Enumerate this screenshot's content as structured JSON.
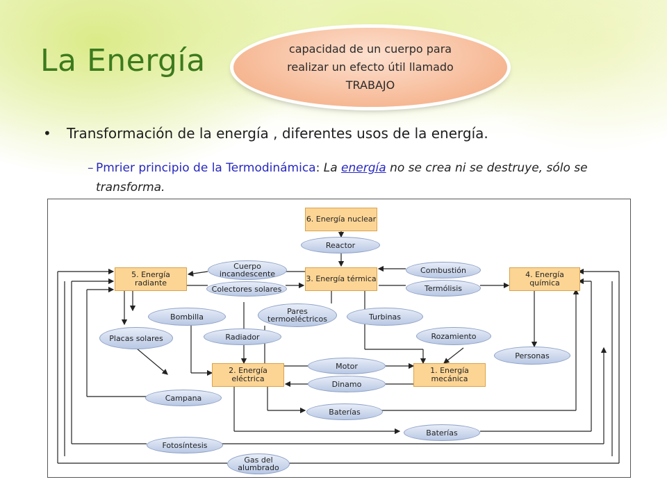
{
  "slide": {
    "title": "La Energía",
    "callout": "capacidad de un cuerpo para realizar un efecto útil llamado TRABAJO",
    "bullet": "Transformación de la energía , diferentes usos de la energía.",
    "sub_dash": "–",
    "sub_lead": "Pmrier principio de la Termodinámica",
    "sub_colon": ":",
    "sub_italic_a": " La ",
    "sub_link": "energía",
    "sub_italic_b": " no se crea ni se destruye, sólo se transforma."
  },
  "diagram": {
    "boxes": {
      "nuclear": "6. Energía nuclear",
      "radiante": "5. Energía radiante",
      "termica": "3. Energía térmica",
      "quimica": "4. Energía química",
      "electrica": "2. Energía eléctrica",
      "mecanica": "1. Energía mecánica"
    },
    "processes": {
      "reactor": "Reactor",
      "cuerpo": "Cuerpo incandescente",
      "colectores": "Colectores solares",
      "combustion": "Combustión",
      "termolisis": "Termólisis",
      "bombilla": "Bombilla",
      "pares": "Pares termoeléctricos",
      "turbinas": "Turbinas",
      "placas": "Placas solares",
      "radiador": "Radiador",
      "rozamiento": "Rozamiento",
      "personas": "Personas",
      "motor": "Motor",
      "dinamo": "Dinamo",
      "campana": "Campana",
      "baterias1": "Baterías",
      "baterias2": "Baterías",
      "fotosintesis": "Fotosíntesis",
      "gas": "Gas del alumbrado"
    }
  },
  "colors": {
    "title": "#3c7a1e",
    "callout": "#f6b894",
    "box_fill": "#fcd595",
    "oval_fill": "#b9c8e4",
    "link": "#2727c0"
  }
}
